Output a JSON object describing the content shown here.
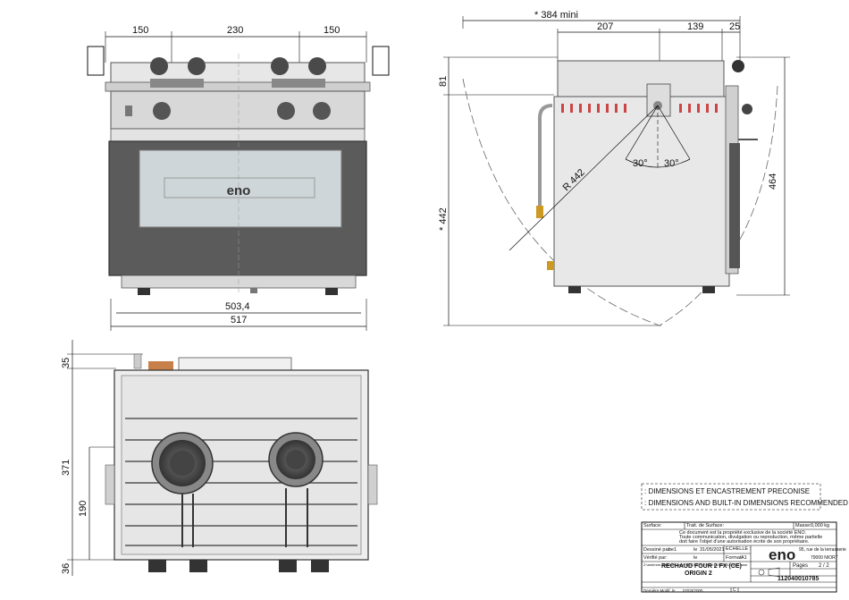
{
  "front_view": {
    "dims_top": [
      "150",
      "230",
      "150"
    ],
    "dim_width_inner": "503,4",
    "dim_width_outer": "517",
    "logo": "eno"
  },
  "side_view": {
    "dim_min": "* 384 mini",
    "dims_top": [
      "207",
      "139",
      "25"
    ],
    "dim_81": "81",
    "dim_442": "* 442",
    "dim_464": "464",
    "radius": "R 442",
    "angle_left": "30°",
    "angle_right": "30°"
  },
  "top_view": {
    "dim_35": "35",
    "dim_371": "371",
    "dim_190": "190",
    "dim_36": "36"
  },
  "legend": {
    "line1": ": DIMENSIONS ET ENCASTREMENT PRECONISE",
    "line2": ": DIMENSIONS AND BUILT-IN DIMENSIONS RECOMMENDED"
  },
  "title_block": {
    "surface_label": "Surface:",
    "trait_label": "Trait. de Surface:",
    "masse_label": "Masse:",
    "masse_value": "0,000 kg",
    "notice_1": "Ce document est la propriété exclusive de la société ENO.",
    "notice_2": "Toute communication, divulgation ou reproduction, même partielle",
    "notice_3": "doit faire l'objet d'une autorisation écrite de son propriétaire.",
    "drawn_label": "Dessiné par:",
    "drawn_value": "be1",
    "date_label": "le",
    "date_value": "31/05/2021",
    "scale_label": "ECHELLE :",
    "checked_label": "Vérifié par:",
    "checked_date_label": "le",
    "format_label": "Format:",
    "format_value": "A1",
    "path": "Z:\\antenne-bureau\\Plans\\PRODUITS FINIS\\112040010785C.asm",
    "logo": "eno",
    "address_1": "95, rue de la terrasserie",
    "address_2": "79000 NIORT",
    "title_1": "RECHAUD FOUR 2 FX (CE)",
    "title_2": "ORIGIN 2",
    "pages_label": "Pages",
    "pages_value": "2 / 2",
    "part_number": "112040010785",
    "modified_label": "Dernière Modif. le",
    "modified_value": "02/03/2005",
    "revision": "C"
  }
}
